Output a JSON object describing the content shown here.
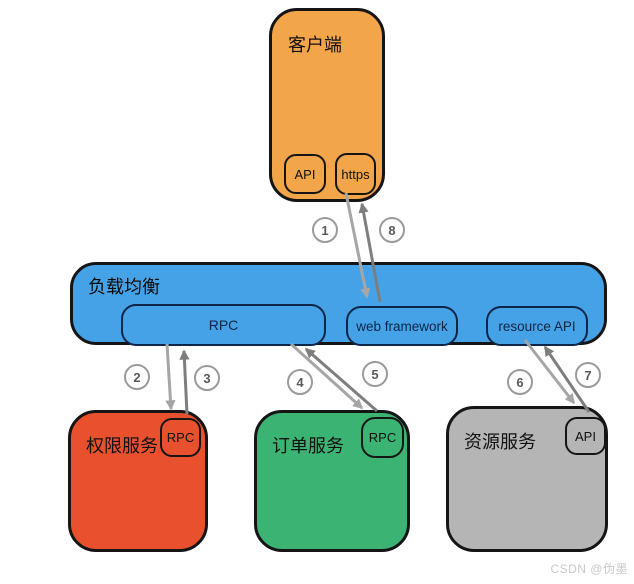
{
  "client": {
    "label": "客户端",
    "ports": [
      "API",
      "https"
    ]
  },
  "load_balancer": {
    "label": "负载均衡",
    "components": [
      "RPC",
      "web framework",
      "resource API"
    ]
  },
  "services": [
    {
      "label": "权限服务",
      "port": "RPC"
    },
    {
      "label": "订单服务",
      "port": "RPC"
    },
    {
      "label": "资源服务",
      "port": "API"
    }
  ],
  "badges": [
    "1",
    "2",
    "3",
    "4",
    "5",
    "6",
    "7",
    "8"
  ],
  "watermark": "CSDN @伪墨",
  "colors": {
    "client": "#F2A549",
    "load_balancer": "#46A2E7",
    "service_red": "#E9512E",
    "service_green": "#3BB473",
    "service_gray": "#B5B5B5",
    "arrow_request": "#A6A6A6",
    "arrow_response": "#7E7E7E"
  }
}
